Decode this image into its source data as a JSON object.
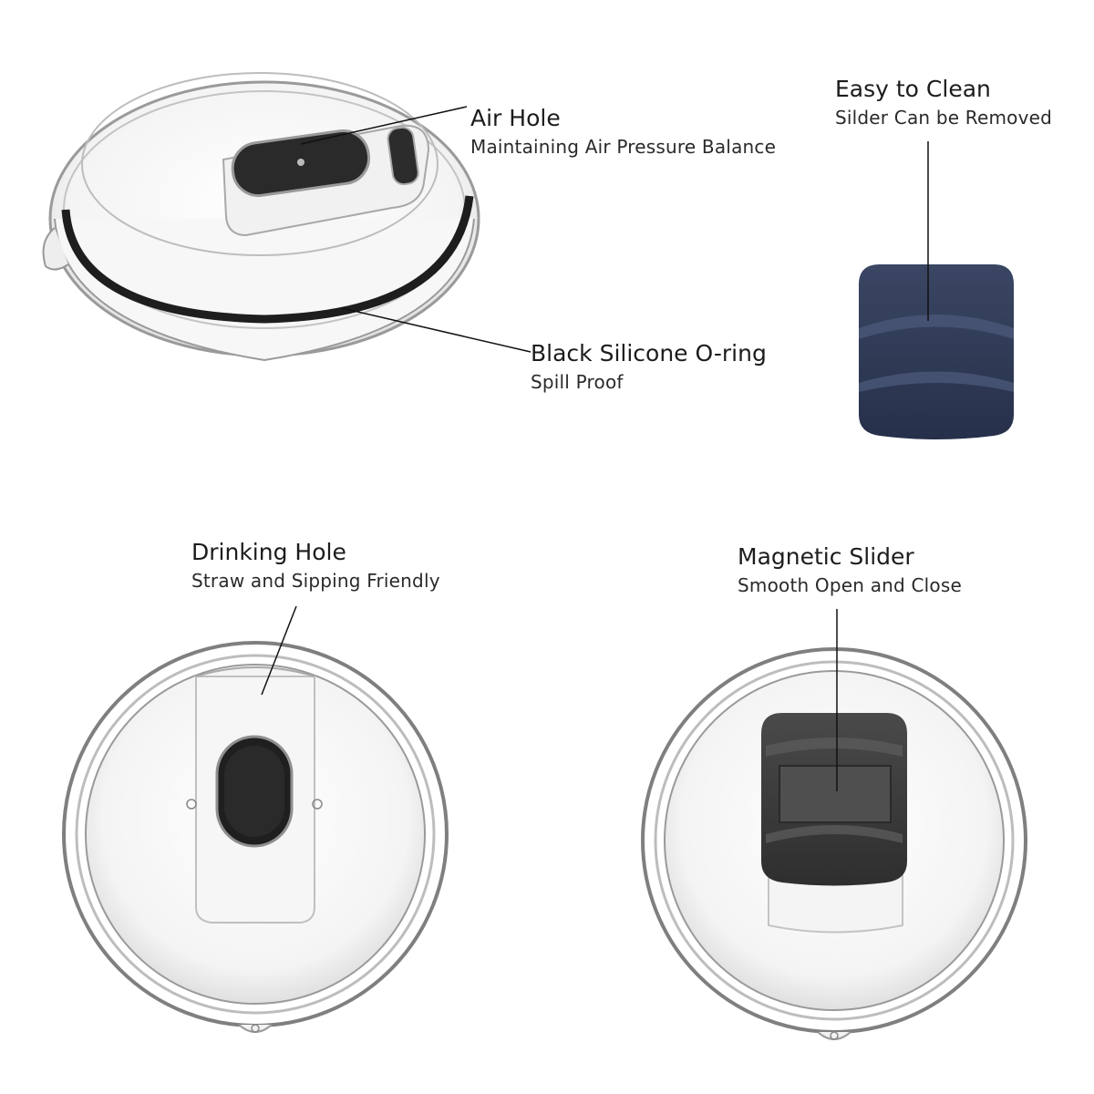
{
  "callouts": {
    "air_hole": {
      "title": "Air Hole",
      "subtitle": "Maintaining Air Pressure Balance"
    },
    "o_ring": {
      "title": "Black Silicone O-ring",
      "subtitle": "Spill Proof"
    },
    "easy_clean": {
      "title": "Easy to Clean",
      "subtitle": "Silder Can be Removed"
    },
    "drinking_hole": {
      "title": "Drinking Hole",
      "subtitle": "Straw and Sipping Friendly"
    },
    "magnetic_slider": {
      "title": "Magnetic Slider",
      "subtitle": "Smooth Open and Close"
    }
  },
  "colors": {
    "background": "#ffffff",
    "lid_edge": "#8a8a8a",
    "o_ring": "#1e1e1e",
    "slider_navy": "#2f3a52",
    "slider_dark": "#3c3c3c"
  }
}
